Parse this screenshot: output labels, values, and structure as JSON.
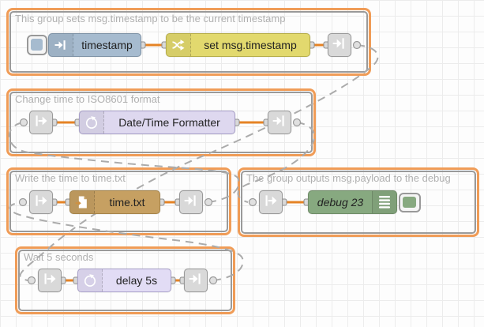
{
  "canvas": {
    "background": "#fdfdfd",
    "grid_color": "#ececec",
    "grid_size": 20
  },
  "colors": {
    "group_halo": "#f09c57",
    "group_border": "#9a9a9a",
    "group_label": "#b0b0b0",
    "wire": "#e58325",
    "link_wire": "#ababab",
    "port_fill": "#d9d9d9",
    "port_border": "#8f8f8f",
    "node_label": "#222222"
  },
  "groups": {
    "g1": {
      "label": "This group sets msg.timestamp to be the current timestamp"
    },
    "g2": {
      "label": "Change time to ISO8601 format"
    },
    "g3": {
      "label": "Write the time to time.txt"
    },
    "g4": {
      "label": "The group outputs msg.payload to the debug"
    },
    "g5": {
      "label": "Wait 5 seconds"
    }
  },
  "nodes": {
    "inject": {
      "label": "timestamp",
      "color": "#a6bbcf",
      "icon": "inject-arrow-icon"
    },
    "change": {
      "label": "set msg.timestamp",
      "color": "#e2d96e",
      "icon": "shuffle-icon"
    },
    "link_out_1": {
      "color": "#d9d9d9",
      "icon": "link-out-icon"
    },
    "link_in_2": {
      "color": "#d9d9d9",
      "icon": "link-in-icon"
    },
    "datetime_formatter": {
      "label": "Date/Time Formatter",
      "color": "#ded8ef",
      "icon": "timer-icon"
    },
    "link_out_2": {
      "color": "#d9d9d9",
      "icon": "link-out-icon"
    },
    "link_in_3": {
      "color": "#d9d9d9",
      "icon": "link-in-icon"
    },
    "file": {
      "label": "time.txt",
      "color": "#c6a062",
      "icon": "file-out-icon"
    },
    "link_out_3": {
      "color": "#d9d9d9",
      "icon": "link-out-icon"
    },
    "link_in_4": {
      "color": "#d9d9d9",
      "icon": "link-in-icon"
    },
    "debug": {
      "label": "debug 23",
      "color": "#87a980",
      "icon": "debug-sidebar-icon"
    },
    "link_in_5": {
      "color": "#d9d9d9",
      "icon": "link-in-icon"
    },
    "delay": {
      "label": "delay 5s",
      "color": "#e2dcf5",
      "icon": "timer-icon"
    },
    "link_out_5": {
      "color": "#d9d9d9",
      "icon": "link-out-icon"
    }
  }
}
